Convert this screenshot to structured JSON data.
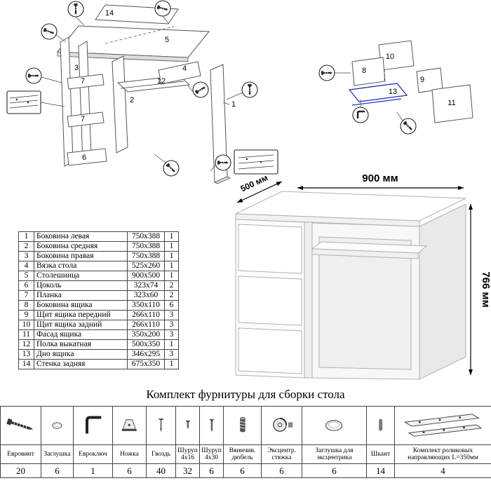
{
  "colors": {
    "highlight_blue": "#2233bb"
  },
  "diagrams": {
    "main": {
      "labels": [
        "14",
        "5",
        "3",
        "7",
        "7",
        "6",
        "2",
        "12",
        "4",
        "1"
      ]
    },
    "drawer": {
      "labels": [
        "10",
        "9",
        "8",
        "13",
        "11"
      ]
    }
  },
  "desk": {
    "width_label": "900 мм",
    "depth_label": "500 мм",
    "height_label": "766 мм"
  },
  "parts_table": {
    "rows": [
      {
        "num": "1",
        "name": "Боковина левая",
        "size": "750x388",
        "qty": "1"
      },
      {
        "num": "2",
        "name": "Боковина средняя",
        "size": "750x388",
        "qty": "1"
      },
      {
        "num": "3",
        "name": "Боковина правая",
        "size": "750x388",
        "qty": "1"
      },
      {
        "num": "4",
        "name": "Вязка стола",
        "size": "525x260",
        "qty": "1"
      },
      {
        "num": "5",
        "name": "Столешница",
        "size": "900x500",
        "qty": "1"
      },
      {
        "num": "6",
        "name": "Цоколь",
        "size": "323x74",
        "qty": "2"
      },
      {
        "num": "7",
        "name": "Планка",
        "size": "323x60",
        "qty": "2"
      },
      {
        "num": "8",
        "name": "Боковина ящика",
        "size": "350x110",
        "qty": "6"
      },
      {
        "num": "9",
        "name": "Щит ящика передний",
        "size": "266x110",
        "qty": "3"
      },
      {
        "num": "10",
        "name": "Щит ящика задний",
        "size": "266x110",
        "qty": "3"
      },
      {
        "num": "11",
        "name": "Фасад ящика",
        "size": "350x200",
        "qty": "3"
      },
      {
        "num": "12",
        "name": "Полка выкатная",
        "size": "500x350",
        "qty": "1"
      },
      {
        "num": "13",
        "name": "Дно ящика",
        "size": "346x295",
        "qty": "3"
      },
      {
        "num": "14",
        "name": "Стенка задняя",
        "size": "675x350",
        "qty": "1"
      }
    ]
  },
  "hardware_section": {
    "title": "Комплект фурнитуры для сборки стола",
    "items": [
      {
        "name": "Евровинт",
        "qty": "20",
        "icon": "confirmat-screw"
      },
      {
        "name": "Заглушка",
        "qty": "6",
        "icon": "cap-plug"
      },
      {
        "name": "Евроключ",
        "qty": "1",
        "icon": "hex-key"
      },
      {
        "name": "Ножка",
        "qty": "6",
        "icon": "foot"
      },
      {
        "name": "Гвоздь",
        "qty": "40",
        "icon": "nail"
      },
      {
        "name": "Шуруп 4x16",
        "qty": "32",
        "icon": "screw"
      },
      {
        "name": "Шуруп 4x30",
        "qty": "6",
        "icon": "screw"
      },
      {
        "name": "Ввинчив. дюбель",
        "qty": "6",
        "icon": "screw-in-dowel"
      },
      {
        "name": "Эксцентр. стяжка",
        "qty": "6",
        "icon": "cam-lock"
      },
      {
        "name": "Заглушка для эксцентрика",
        "qty": "6",
        "icon": "cam-cap"
      },
      {
        "name": "Шкант",
        "qty": "14",
        "icon": "wood-dowel"
      },
      {
        "name": "Комплект роликовых направляющих L=350мм",
        "qty": "4",
        "icon": "drawer-slides"
      }
    ]
  }
}
